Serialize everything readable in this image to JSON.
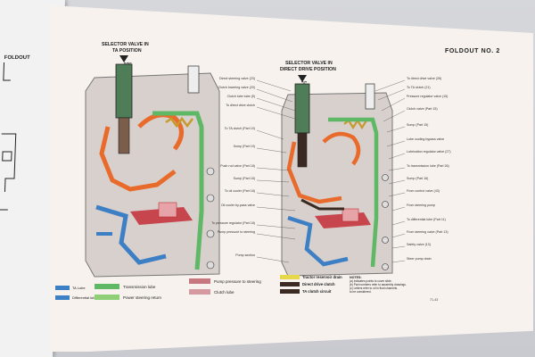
{
  "foldout": {
    "left_title": "FOLDOUT",
    "right_title": "FOLDOUT NO. 2"
  },
  "diagram_left": {
    "title_line1": "SELECTOR VALVE IN",
    "title_line2": "TA POSITION",
    "position_mark": "\"O\""
  },
  "diagram_right": {
    "title_line1": "SELECTOR VALVE IN",
    "title_line2": "DIRECT DRIVE POSITION",
    "position_mark": "\"I\""
  },
  "legend": [
    {
      "label": "Transmission lube",
      "color": "#5fb865"
    },
    {
      "label": "Power steering return",
      "color": "#8fcf78"
    },
    {
      "label": "Pump pressure to steering",
      "color": "#c7787e"
    },
    {
      "label": "Clutch lube",
      "color": "#d49aa0"
    },
    {
      "label": "Tractor reservoir drain",
      "color": "#e6d84a"
    },
    {
      "label": "Direct drive clutch",
      "color": "#3a2a22"
    },
    {
      "label": "TA clutch circuit",
      "color": "#3a2a22"
    }
  ],
  "left_legend": [
    {
      "label": "TA Lube",
      "color": "#3d7fc4"
    },
    {
      "label": "Differential lube",
      "color": "#3d7fc4"
    }
  ],
  "callouts_left": [
    "Direct steering valve (23)",
    "Clutch lowering valve (20)",
    "Clutch lube tube (5)",
    "To direct drive clutch",
    "To TA clutch (Part 19)",
    "Sump (Part 19)",
    "Push rod valve (Part 18)",
    "Sump (Part 18)",
    "To oil cooler (Part 18)",
    "Oil cooler by-pass valve",
    "To pressure regulator (Part 18)",
    "Pump pressure to steering",
    "Pump section"
  ],
  "callouts_right": [
    "To direct drive valve (26)",
    "To TA clutch (21)",
    "Pressure regulator valve (15)",
    "Clutch valve (Part 15)",
    "Sump (Part 15)",
    "Lube cooling bypass valve",
    "Lubrication regulator valve (27)",
    "To transmission lube (Part 26)",
    "Sump (Part 16)",
    "From control valve (43)",
    "From steering pump",
    "To differential lube (Part 11)",
    "From steering valve (Part 13)",
    "Safety valve (13)",
    "Steer pump drain"
  ],
  "notes": {
    "label": "NOTES:",
    "line1": "(a) Indicates points to cover slide.",
    "line2": "(b) Part numbers refer to assembly drawings.",
    "line3": "(c) Letters refer to oil in fluid channels.",
    "line4": "    to be considered."
  },
  "figure_code": "71-43"
}
